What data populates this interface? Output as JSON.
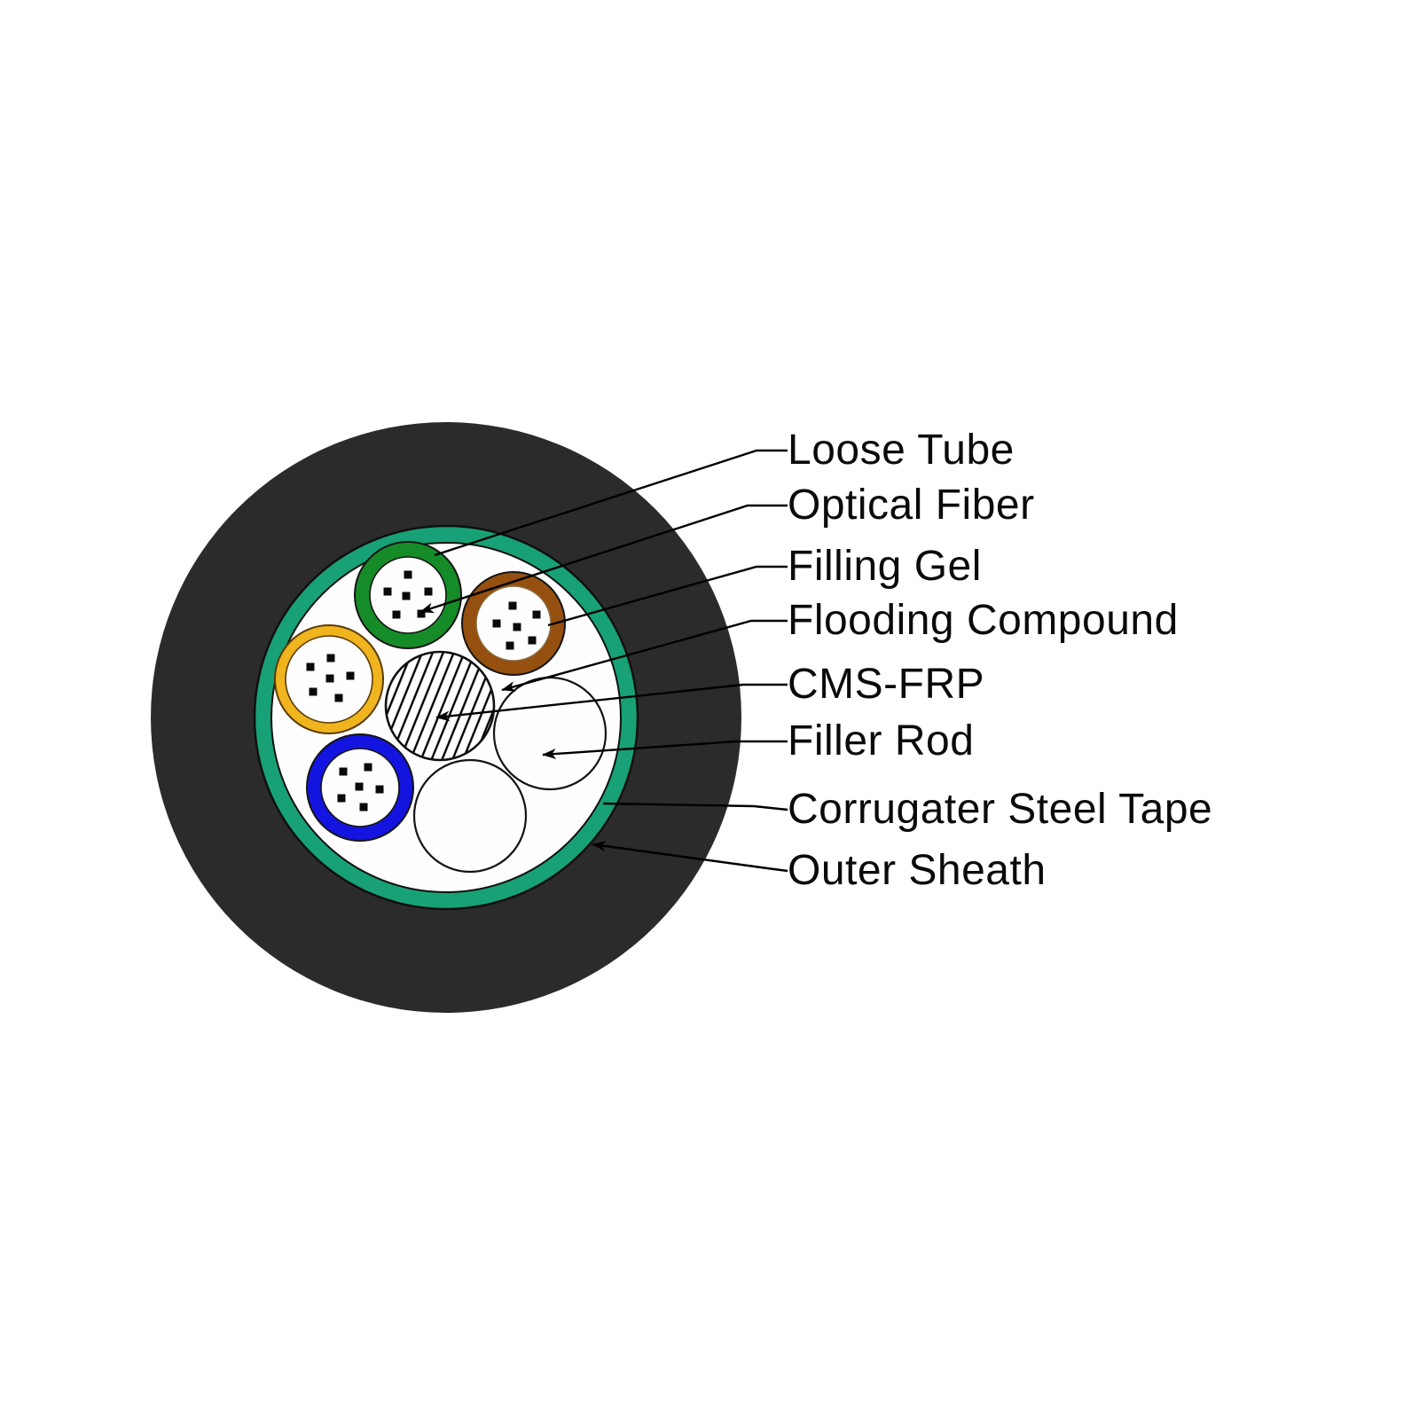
{
  "diagram": {
    "type": "fiber-optic-cable-cross-section",
    "labels": [
      {
        "id": "loose-tube",
        "text": "Loose Tube"
      },
      {
        "id": "optical-fiber",
        "text": "Optical Fiber"
      },
      {
        "id": "filling-gel",
        "text": "Filling Gel"
      },
      {
        "id": "flooding-compound",
        "text": "Flooding Compound"
      },
      {
        "id": "cms-frp",
        "text": "CMS-FRP"
      },
      {
        "id": "filler-rod",
        "text": "Filler Rod"
      },
      {
        "id": "corrugater-steel-tape",
        "text": "Corrugater Steel Tape"
      },
      {
        "id": "outer-sheath",
        "text": "Outer Sheath"
      }
    ],
    "colors": {
      "background": "#ffffff",
      "outer_sheath": "#2b2b2b",
      "steel_tape": "#18a176",
      "interior": "#fefefe",
      "tube_green": "#168c28",
      "tube_brown": "#95500f",
      "tube_yellow": "#f0b41e",
      "tube_blue": "#1414e0",
      "fiber_dot": "#0a0a0a",
      "line": "#000000"
    }
  }
}
